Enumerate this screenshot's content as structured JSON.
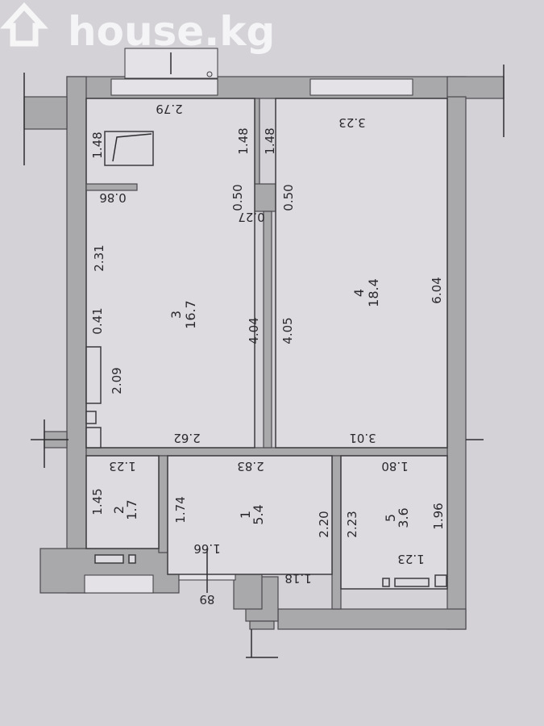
{
  "watermark": {
    "text": "house.kg",
    "icon": "house-icon"
  },
  "rooms": [
    {
      "number": "1",
      "area": "5.4"
    },
    {
      "number": "2",
      "area": "1.7"
    },
    {
      "number": "3",
      "area": "16.7"
    },
    {
      "number": "4",
      "area": "18.4"
    },
    {
      "number": "5",
      "area": "3.6"
    }
  ],
  "dimensions": {
    "r3_top": "2.79",
    "r3_closet": "1.48",
    "r3_closet_right": "1.48",
    "r3_niche": "0.86",
    "r3_left_upper": "2.31",
    "r3_left_step": "0.41",
    "r3_left_lower": "2.09",
    "r3_bottom": "2.62",
    "r3_right": "4.04",
    "col_left": "0.50",
    "col_right": "0.50",
    "col_gap": "0.27",
    "r4_top": "3.23",
    "r4_left_upper": "1.48",
    "r4_left": "4.05",
    "r4_right": "6.04",
    "r4_bottom": "3.01",
    "r2_top": "1.23",
    "r2_left": "1.45",
    "r1_top": "2.83",
    "r1_left": "1.74",
    "r1_right": "2.20",
    "r1_bottom_left": "1.66",
    "r1_bottom_right": "1.18",
    "door": "89",
    "r5_top": "1.80",
    "r5_left": "2.23",
    "r5_right": "1.96",
    "r5_bottom": "1.23"
  }
}
